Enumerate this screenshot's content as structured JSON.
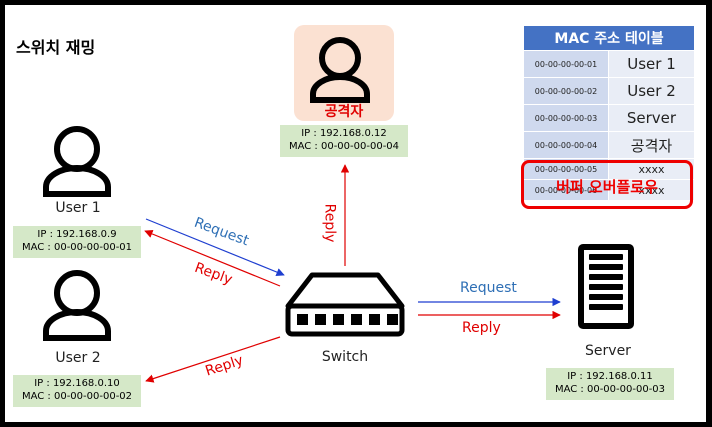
{
  "title": "스위치 재밍",
  "nodes": {
    "user1": {
      "label": "User 1",
      "ip": "IP : 192.168.0.9",
      "mac": "MAC : 00-00-00-00-01"
    },
    "user2": {
      "label": "User 2",
      "ip": "IP : 192.168.0.10",
      "mac": "MAC : 00-00-00-00-02"
    },
    "attacker": {
      "label": "공격자",
      "ip": "IP : 192.168.0.12",
      "mac": "MAC : 00-00-00-00-04"
    },
    "server": {
      "label": "Server",
      "ip": "IP : 192.168.0.11",
      "mac": "MAC : 00-00-00-00-03"
    },
    "switch": {
      "label": "Switch"
    }
  },
  "mac_table": {
    "title": "MAC 주소 테이블",
    "rows": [
      {
        "mac": "00-00-00-00-01",
        "name": "User 1"
      },
      {
        "mac": "00-00-00-00-02",
        "name": "User 2"
      },
      {
        "mac": "00-00-00-00-03",
        "name": "Server"
      },
      {
        "mac": "00-00-00-00-04",
        "name": "공격자"
      },
      {
        "mac": "00-00-00-00-05",
        "name": "xxxx"
      },
      {
        "mac": "00-00-00-00-06",
        "name": "xxxx"
      }
    ],
    "overflow_label": "버퍼 오버플로우"
  },
  "arrows": {
    "user1_request": "Request",
    "user1_reply": "Reply",
    "user2_reply": "Reply",
    "attacker_reply": "Reply",
    "server_request": "Request",
    "server_reply": "Reply"
  },
  "colors": {
    "request": "#1f3fd0",
    "reply": "#e00000",
    "label_request": "#2e6fb5",
    "label_reply": "#e00000",
    "table_header": "#4472c4",
    "info_box": "#d5e8c8"
  },
  "icons": [
    "user-icon",
    "attacker-icon",
    "switch-icon",
    "server-icon"
  ]
}
